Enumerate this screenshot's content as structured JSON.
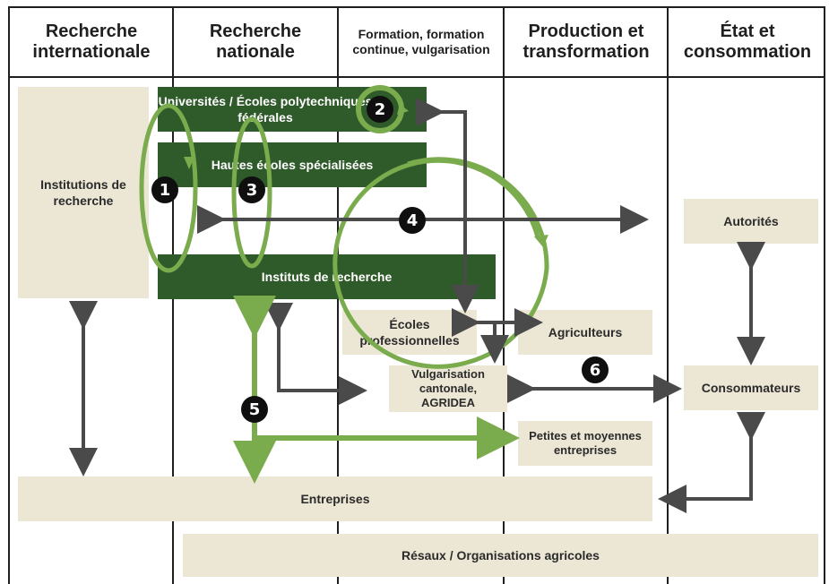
{
  "columns": {
    "international": "Recherche internationale",
    "national": "Recherche nationale",
    "formation": "Formation, formation continue, vulgarisation",
    "production": "Production et transformation",
    "etat": "État et consommation"
  },
  "boxes": {
    "institutions": "Institutions de recherche",
    "universites": "Universités / Écoles polytechniques fédérales",
    "hautes_ecoles": "Hautes écoles spécialisées",
    "instituts": "Instituts de recherche",
    "ecoles_pro": "Écoles professionnelles",
    "agriculteurs": "Agriculteurs",
    "vulgarisation": "Vulgarisation cantonale, AGRIDEA",
    "pme": "Petites et moyennes entreprises",
    "autorites": "Autorités",
    "consommateurs": "Consommateurs",
    "entreprises": "Entreprises",
    "reseaux": "Résaux / Organisations agricoles"
  },
  "badges": [
    "1",
    "2",
    "3",
    "4",
    "5",
    "6"
  ],
  "colors": {
    "dark_green": "#2f5a2a",
    "light_green": "#7aab4c",
    "beige": "#ece6d4",
    "arrow_gray": "#4a4a4a",
    "line": "#1f1f1f"
  }
}
